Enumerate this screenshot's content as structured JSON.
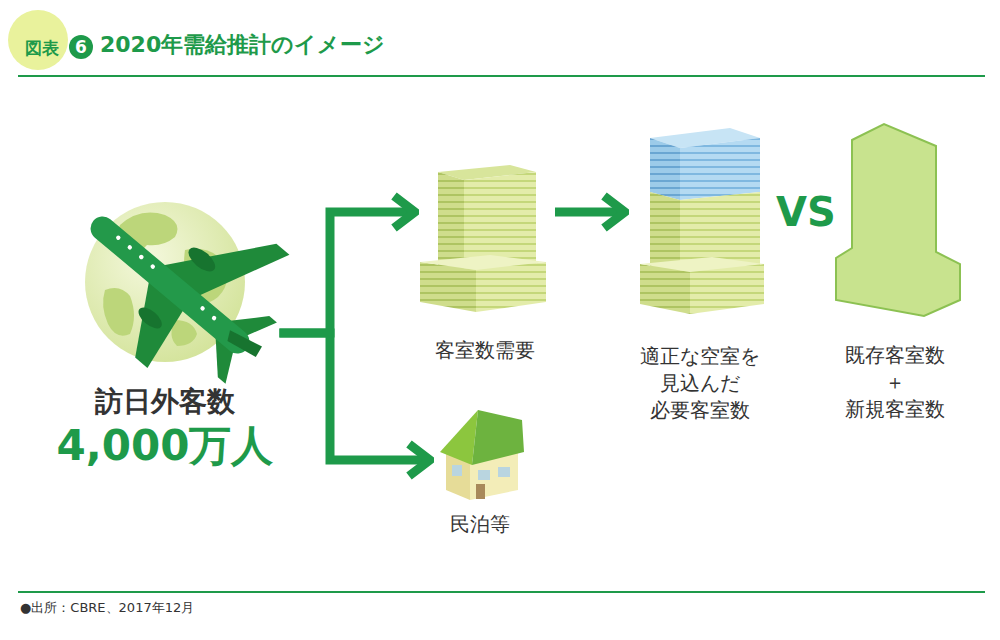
{
  "diagram": {
    "title": "2020年需給推計のイメージ",
    "caption": "●出所：CBRE、2017年12月",
    "nodes": [
      {
        "text": [
          "訪日外客数",
          "4,000万人"
        ]
      },
      {
        "text": [
          "客室数需要"
        ]
      },
      {
        "text": [
          "民泊等"
        ]
      },
      {
        "text": [
          "適正な空室を 見込んだ 必要客室数"
        ]
      },
      {
        "text": [
          "既存客室数 ＋ 新規客室数"
        ]
      }
    ],
    "edges": [
      {
        "from": 0,
        "to": 1,
        "arrow": "to"
      },
      {
        "from": 0,
        "to": 2,
        "arrow": "to"
      },
      {
        "from": 1,
        "to": 3,
        "arrow": "to"
      }
    ],
    "labels": [
      "図表",
      "6",
      "VS"
    ]
  }
}
